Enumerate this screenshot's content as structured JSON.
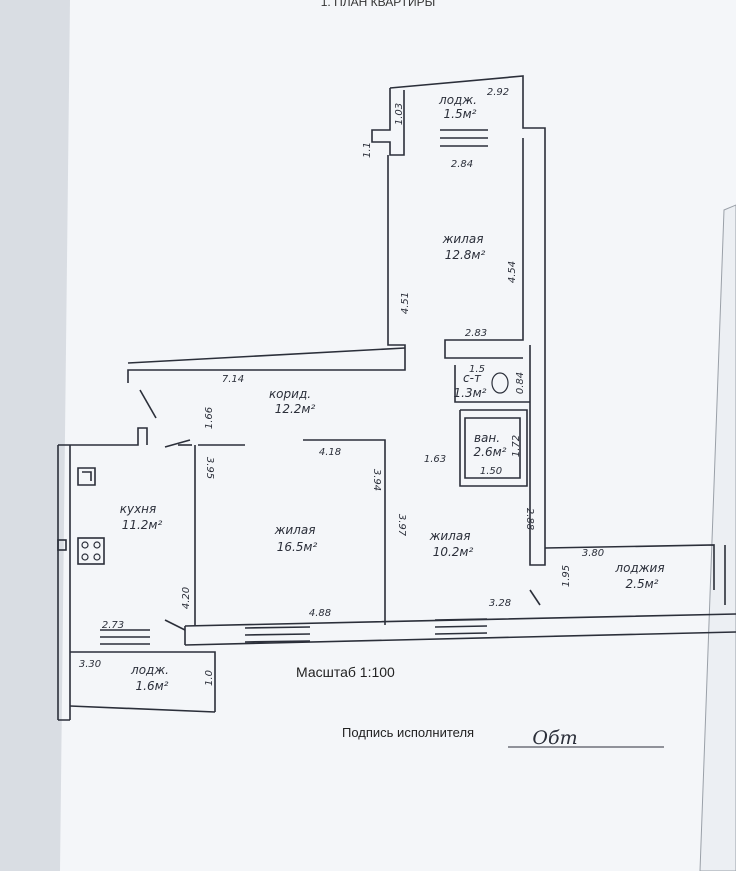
{
  "header": {
    "title": "1. ПЛАН КВАРТИРЫ"
  },
  "rooms": [
    {
      "key": "loggia_top",
      "name": "лодж.",
      "area": "1.5м²"
    },
    {
      "key": "living_top",
      "name": "жилая",
      "area": "12.8м²"
    },
    {
      "key": "corridor",
      "name": "корид.",
      "area": "12.2м²"
    },
    {
      "key": "wc",
      "name": "с-т",
      "area": "1.3м²"
    },
    {
      "key": "bath",
      "name": "ван.",
      "area": "2.6м²"
    },
    {
      "key": "kitchen",
      "name": "кухня",
      "area": "11.2м²"
    },
    {
      "key": "living_center",
      "name": "жилая",
      "area": "16.5м²"
    },
    {
      "key": "living_right",
      "name": "жилая",
      "area": "10.2м²"
    },
    {
      "key": "loggia_right",
      "name": "лоджия",
      "area": "2.5м²"
    },
    {
      "key": "loggia_bottom",
      "name": "лодж.",
      "area": "1.6м²"
    }
  ],
  "dimensions": [
    "2.92",
    "1.03",
    "1.1",
    "2.84",
    "4.54",
    "4.51",
    "2.83",
    "1.5",
    "0.84",
    "7.14",
    "1.66",
    "1.63",
    "1.72",
    "1.50",
    "4.18",
    "3.94",
    "3.95",
    "3.97",
    "2.88",
    "3.80",
    "1.95",
    "4.20",
    "2.73",
    "4.88",
    "3.28",
    "3.30",
    "1.0"
  ],
  "footer": {
    "scale": "Масштаб 1:100",
    "signature_label": "Подпись исполнителя",
    "signature": "Обт"
  },
  "colors": {
    "paper": "#f4f6f9",
    "ink": "#2b2f3a",
    "background": "#d9dde3"
  }
}
